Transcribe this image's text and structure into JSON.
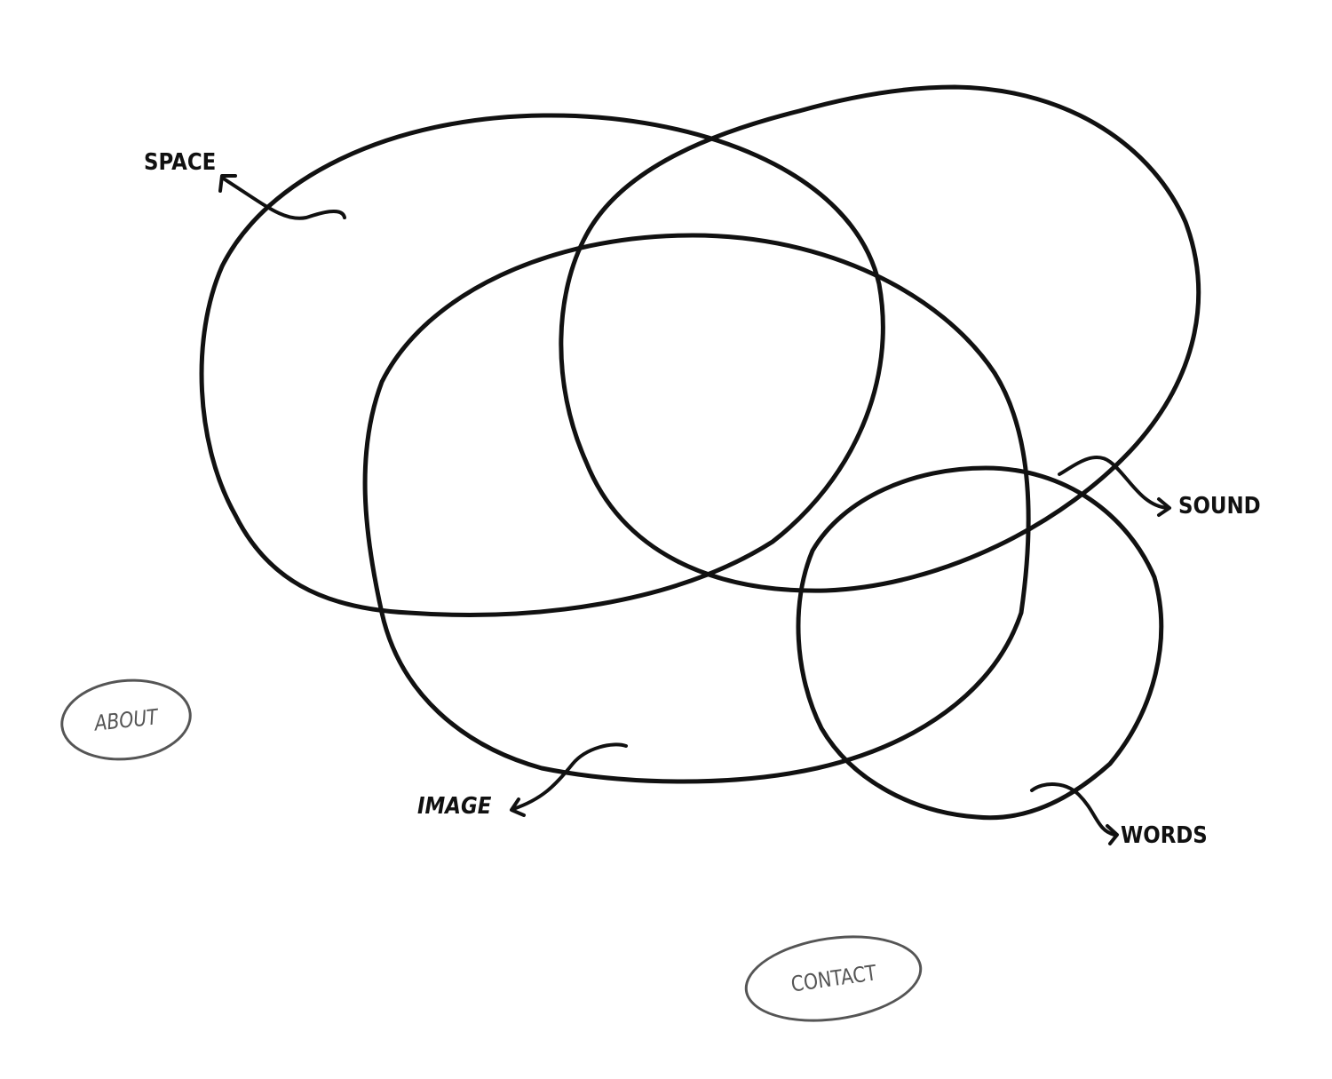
{
  "diagram": {
    "type": "venn",
    "sets": [
      {
        "id": "space",
        "label": "SPACE"
      },
      {
        "id": "sound",
        "label": "SOUND"
      },
      {
        "id": "image",
        "label": "IMAGE"
      },
      {
        "id": "words",
        "label": "WORDS"
      }
    ],
    "stroke_color": "#111111",
    "background": "#ffffff"
  },
  "nav": {
    "about_label": "ABOUT",
    "contact_label": "CONTACT",
    "color": "#555555"
  }
}
